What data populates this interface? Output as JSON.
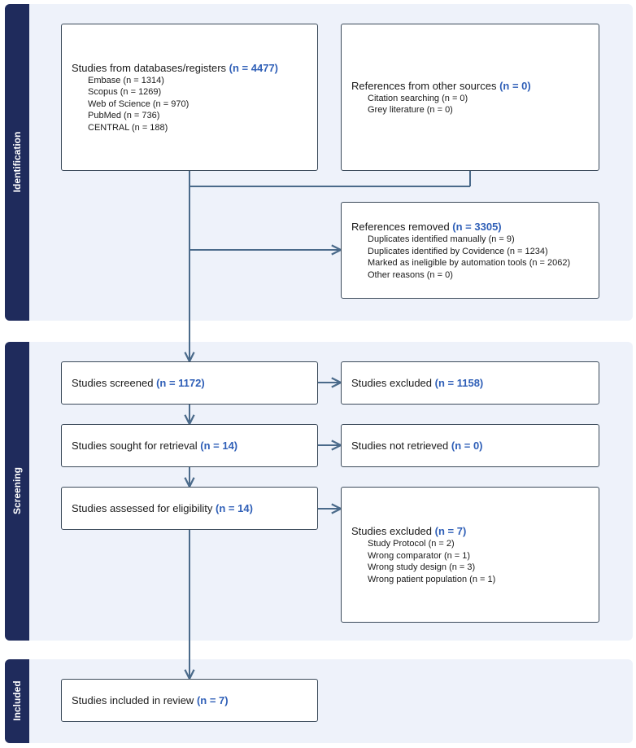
{
  "phases": [
    {
      "label": "Identification"
    },
    {
      "label": "Screening"
    },
    {
      "label": "Included"
    }
  ],
  "boxes": {
    "databases": {
      "title": "Studies from databases/registers",
      "count": "(n = 4477)",
      "items": [
        "Embase (n = 1314)",
        "Scopus (n = 1269)",
        "Web of Science (n = 970)",
        "PubMed (n = 736)",
        "CENTRAL (n = 188)"
      ]
    },
    "other_sources": {
      "title": "References from other sources",
      "count": "(n = 0)",
      "items": [
        "Citation searching (n = 0)",
        "Grey literature (n = 0)"
      ]
    },
    "removed": {
      "title": "References removed",
      "count": "(n = 3305)",
      "items": [
        "Duplicates identified manually (n = 9)",
        "Duplicates identified by Covidence (n = 1234)",
        "Marked as ineligible by automation tools (n = 2062)",
        "Other reasons (n = 0)"
      ]
    },
    "screened": {
      "title": "Studies screened",
      "count": "(n = 1172)"
    },
    "excluded_screen": {
      "title": "Studies excluded",
      "count": "(n = 1158)"
    },
    "retrieval": {
      "title": "Studies sought for retrieval",
      "count": "(n = 14)"
    },
    "not_retrieved": {
      "title": "Studies not retrieved",
      "count": "(n = 0)"
    },
    "eligibility": {
      "title": "Studies assessed for eligibility",
      "count": "(n = 14)"
    },
    "excluded_full": {
      "title": "Studies excluded",
      "count": "(n = 7)",
      "items": [
        "Study Protocol (n = 2)",
        "Wrong comparator (n = 1)",
        "Wrong study design (n = 3)",
        "Wrong patient population (n = 1)"
      ]
    },
    "included": {
      "title": "Studies included in review",
      "count": "(n = 7)"
    }
  }
}
